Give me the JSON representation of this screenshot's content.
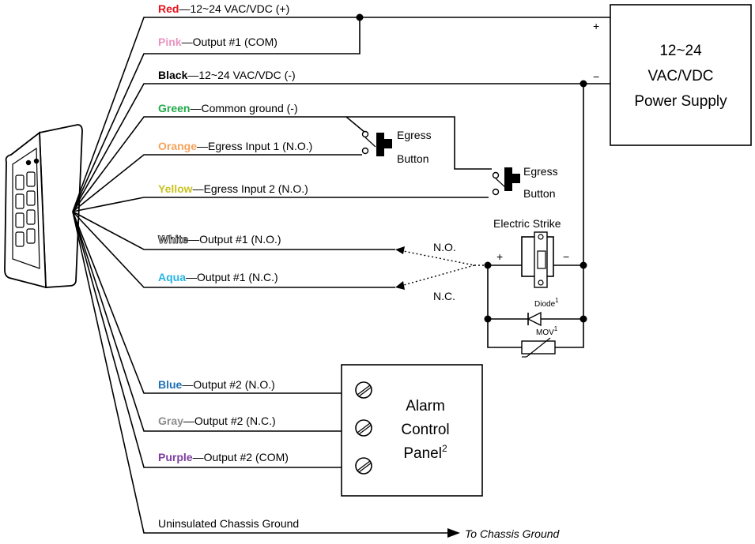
{
  "wires": [
    {
      "color_name": "Red",
      "color": "#e8111b",
      "desc": "—12~24 VAC/VDC (+)"
    },
    {
      "color_name": "Pink",
      "color": "#e895c0",
      "desc": "—Output #1 (COM)"
    },
    {
      "color_name": "Black",
      "color": "#000000",
      "desc": "—12~24 VAC/VDC (-)"
    },
    {
      "color_name": "Green",
      "color": "#22a94a",
      "desc": "—Common ground (-)"
    },
    {
      "color_name": "Orange",
      "color": "#f6a35b",
      "desc": "—Egress Input 1 (N.O.)"
    },
    {
      "color_name": "Yellow",
      "color": "#c9c326",
      "desc": "—Egress Input 2 (N.O.)"
    },
    {
      "color_name": "White",
      "color": "#ffffff",
      "desc": "—Output #1 (N.O.)"
    },
    {
      "color_name": "Aqua",
      "color": "#27b3e6",
      "desc": "—Output #1 (N.C.)"
    },
    {
      "color_name": "Blue",
      "color": "#1f6fb5",
      "desc": "—Output #2 (N.O.)"
    },
    {
      "color_name": "Gray",
      "color": "#8c8c8c",
      "desc": "—Output #2 (N.C.)"
    },
    {
      "color_name": "Purple",
      "color": "#7b3fa0",
      "desc": "—Output #2 (COM)"
    }
  ],
  "chassis_ground_label": "Uninsulated Chassis Ground",
  "to_chassis_ground": "To Chassis Ground",
  "power_supply": {
    "line1": "12~24",
    "line2": "VAC/VDC",
    "line3": "Power Supply",
    "plus": "+",
    "minus": "−"
  },
  "egress_button_1": {
    "line1": "Egress",
    "line2": "Button"
  },
  "egress_button_2": {
    "line1": "Egress",
    "line2": "Button"
  },
  "electric_strike": {
    "label": "Electric Strike",
    "plus": "+",
    "minus": "−"
  },
  "relay": {
    "no": "N.O.",
    "nc": "N.C."
  },
  "diode": {
    "label": "Diode",
    "sup": "1"
  },
  "mov": {
    "label": "MOV",
    "sup": "1"
  },
  "alarm_panel": {
    "line1": "Alarm",
    "line2": "Control",
    "line3": "Panel",
    "sup": "2"
  }
}
